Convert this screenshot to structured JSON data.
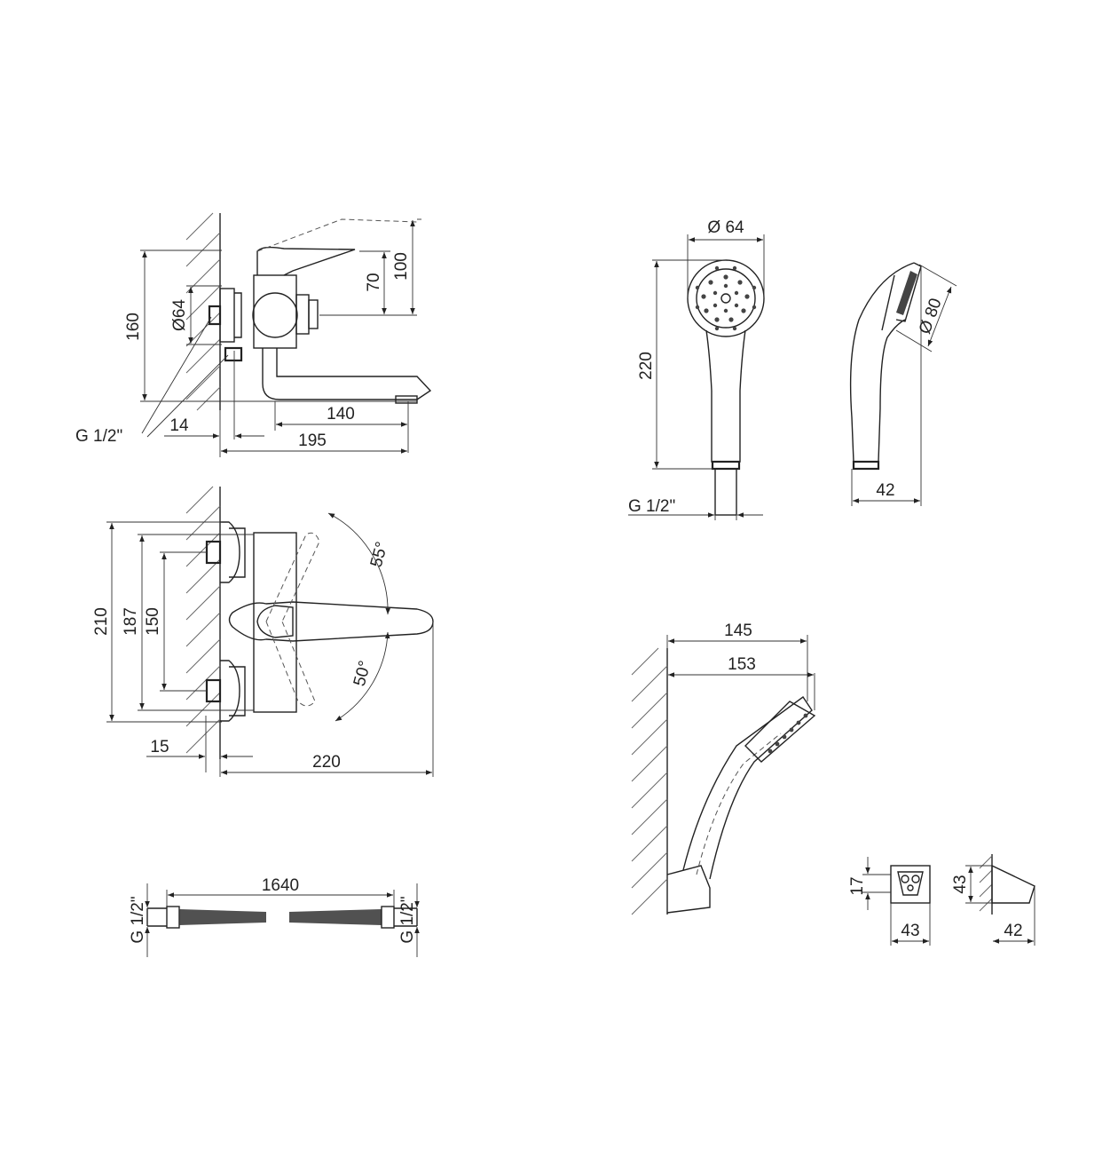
{
  "side_view": {
    "dim_height": "160",
    "dim_diameter": "Ø64",
    "dim_lever_height": "70",
    "dim_top_height": "100",
    "dim_spout": "140",
    "dim_offset": "14",
    "dim_total": "195",
    "thread": "G 1/2\""
  },
  "top_view": {
    "dim_height": "210",
    "dim_outer": "187",
    "dim_centers": "150",
    "dim_offset": "15",
    "dim_length": "220",
    "angle_left": "55°",
    "angle_right": "50°"
  },
  "hose": {
    "length": "1640",
    "thread_left": "G 1/2\"",
    "thread_right": "G 1/2\""
  },
  "hand_shower": {
    "dim_head": "Ø 64",
    "dim_length": "220",
    "dim_head_side": "Ø 80",
    "dim_depth": "42",
    "thread": "G 1/2\""
  },
  "holder_view": {
    "dim_reach": "145",
    "dim_total": "153"
  },
  "holder_detail": {
    "dim_height_front": "17",
    "dim_width_front": "43",
    "dim_height_side": "43",
    "dim_depth_side": "42"
  }
}
